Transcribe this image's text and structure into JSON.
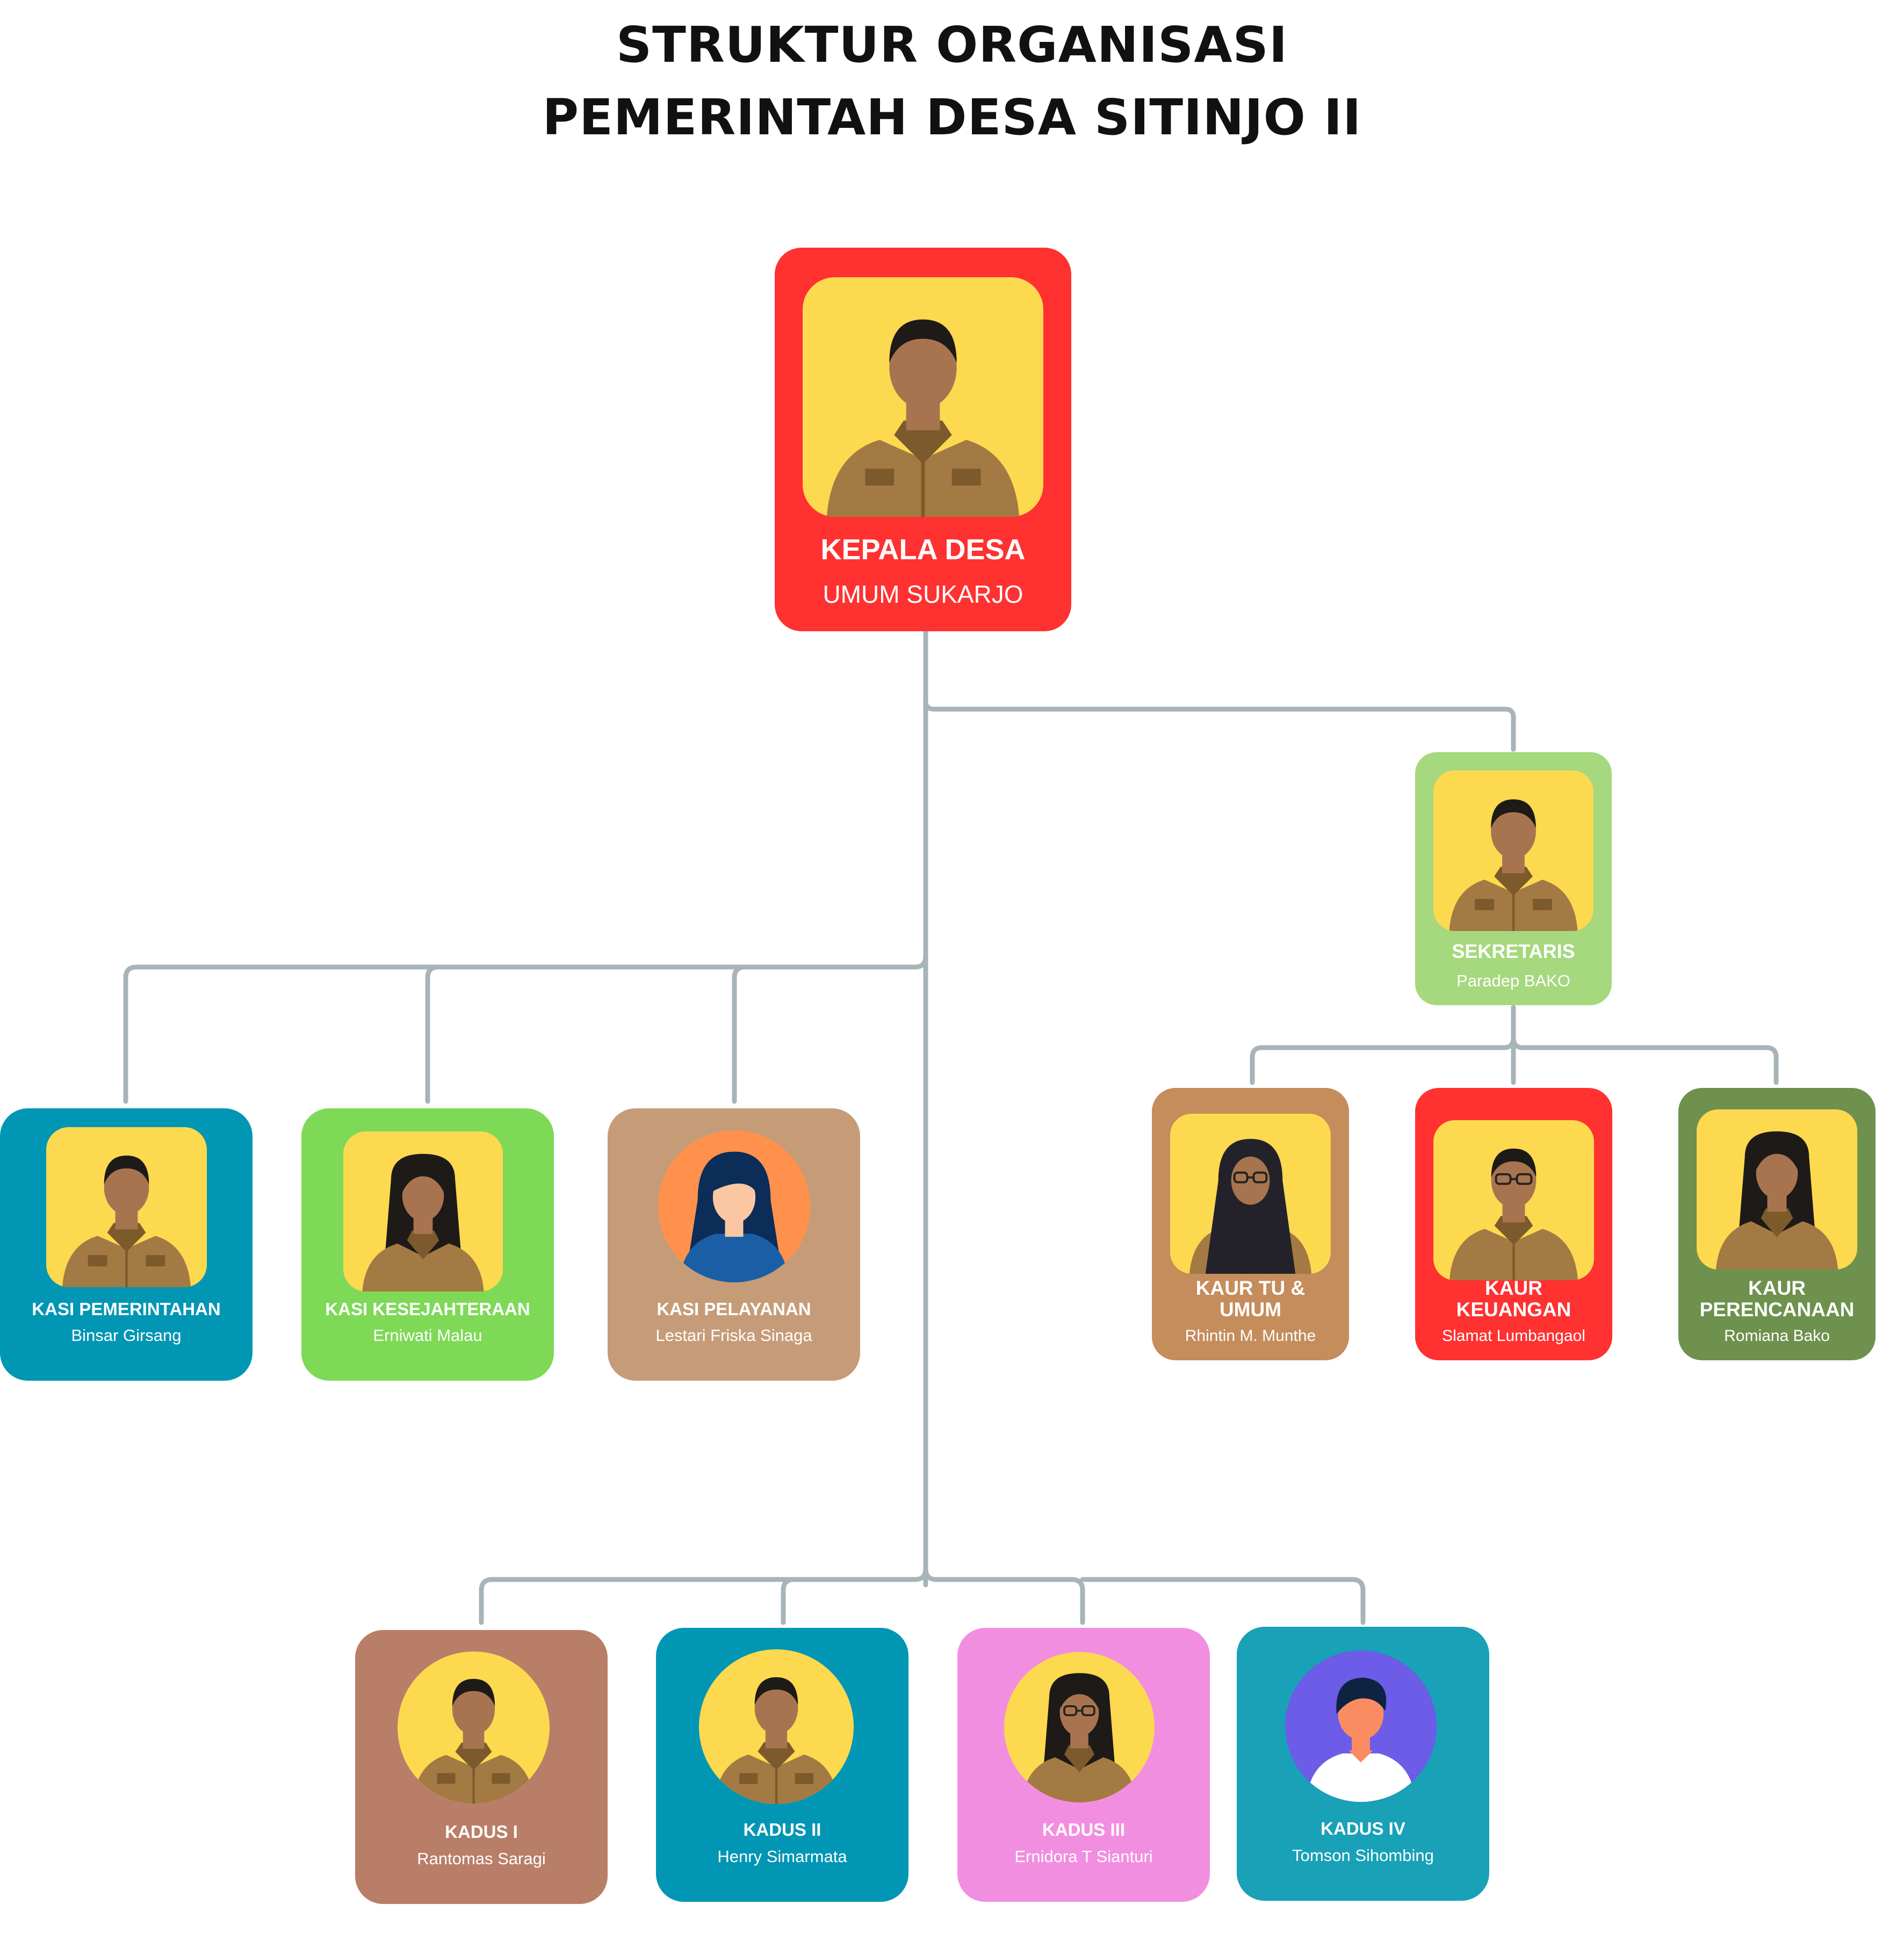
{
  "title": {
    "line1": "STRUKTUR ORGANISASI",
    "line2": "PEMERINTAH DESA SITINJO II"
  },
  "nodes": {
    "kepala": {
      "role": "KEPALA DESA",
      "name": "UMUM SUKARJO",
      "color": "#ff3131",
      "avatar": "man-uniform-icon"
    },
    "sekretaris": {
      "role": "SEKRETARIS",
      "name": "Paradep BAKO",
      "color": "#a6d87e",
      "avatar": "man-uniform-icon"
    },
    "kaur_tu": {
      "role": "KAUR TU & UMUM",
      "name": "Rhintin M. Munthe",
      "color": "#c58c5c",
      "avatar": "woman-hijab-icon"
    },
    "kaur_keuangan": {
      "role": "KAUR KEUANGAN",
      "name": "Slamat Lumbangaol",
      "color": "#ff3131",
      "avatar": "man-glasses-icon"
    },
    "kaur_perencanaan": {
      "role": "KAUR PERENCANAAN",
      "name": "Romiana Bako",
      "color": "#6e914e",
      "avatar": "woman-uniform-icon"
    },
    "kasi_pemerintahan": {
      "role": "KASI PEMERINTAHAN",
      "name": "Binsar Girsang",
      "color": "#0096b4",
      "avatar": "man-uniform-icon"
    },
    "kasi_kesejahteraan": {
      "role": "KASI KESEJAHTERAAN",
      "name": "Erniwati Malau",
      "color": "#7ed957",
      "avatar": "woman-uniform-icon"
    },
    "kasi_pelayanan": {
      "role": "KASI PELAYANAN",
      "name": "Lestari Friska Sinaga",
      "color": "#c69c78",
      "avatar": "woman-placeholder-icon"
    },
    "kadus1": {
      "role": "KADUS I",
      "name": "Rantomas Saragi",
      "color": "#b97e67",
      "avatar": "man-uniform-icon"
    },
    "kadus2": {
      "role": "KADUS II",
      "name": "Henry Simarmata",
      "color": "#0096b4",
      "avatar": "man-uniform-icon"
    },
    "kadus3": {
      "role": "KADUS III",
      "name": "Ernidora T Sianturi",
      "color": "#f28ee0",
      "avatar": "woman-glasses-icon"
    },
    "kadus4": {
      "role": "KADUS IV",
      "name": "Tomson Sihombing",
      "color": "#18a1b7",
      "avatar": "man-placeholder-icon"
    }
  }
}
